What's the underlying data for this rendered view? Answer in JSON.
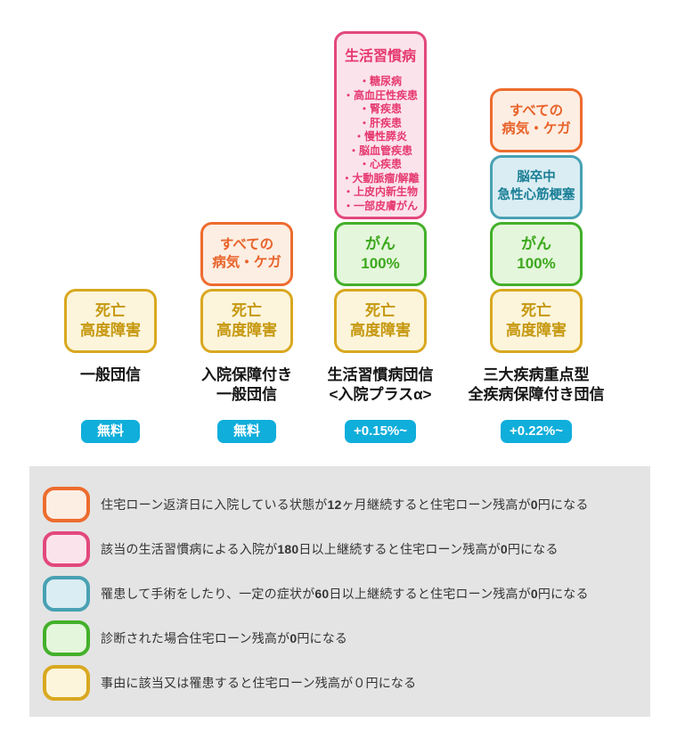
{
  "colors": {
    "all_illness": {
      "border": "#ED6C2E",
      "fill": "#FCEEE3",
      "text": "#E8632B"
    },
    "lifestyle": {
      "border": "#E2487D",
      "fill": "#FBE3EC",
      "text": "#E63A70"
    },
    "stroke": {
      "border": "#48A1B3",
      "fill": "#DAEDF3",
      "text": "#1A7F96"
    },
    "cancer": {
      "border": "#43B02A",
      "fill": "#E4F6DB",
      "text": "#3CA81D"
    },
    "death": {
      "border": "#D9A820",
      "fill": "#FCF5DB",
      "text": "#C6980F"
    },
    "badge_bg": "#10AEDB",
    "badge_text": "#FFFFFF",
    "legend_bg": "#E4E4E4"
  },
  "chart": {
    "columns": [
      {
        "label_lines": [
          "一般団信"
        ],
        "badge": "無料",
        "boxes": [
          {
            "type": "death",
            "lines": [
              "死亡",
              "高度障害"
            ]
          }
        ]
      },
      {
        "label_lines": [
          "入院保障付き",
          "一般団信"
        ],
        "badge": "無料",
        "boxes": [
          {
            "type": "all_illness",
            "lines": [
              "すべての",
              "病気・ケガ"
            ]
          },
          {
            "type": "death",
            "lines": [
              "死亡",
              "高度障害"
            ]
          }
        ]
      },
      {
        "label_lines": [
          "生活習慣病団信",
          "<入院プラスα>"
        ],
        "badge": "+0.15%~",
        "boxes": [
          {
            "type": "lifestyle",
            "title": "生活習慣病",
            "bullets": [
              "・糖尿病",
              "・高血圧性疾患",
              "・腎疾患",
              "・肝疾患",
              "・慢性膵炎",
              "・脳血管疾患",
              "・心疾患",
              "・大動脈瘤/解離",
              "・上皮内新生物",
              "・一部皮膚がん"
            ]
          },
          {
            "type": "cancer",
            "lines": [
              "がん",
              "100%"
            ]
          },
          {
            "type": "death",
            "lines": [
              "死亡",
              "高度障害"
            ]
          }
        ]
      },
      {
        "label_lines": [
          "三大疾病重点型",
          "全疾病保障付き団信"
        ],
        "badge": "+0.22%~",
        "boxes": [
          {
            "type": "all_illness",
            "lines": [
              "すべての",
              "病気・ケガ"
            ]
          },
          {
            "type": "stroke",
            "lines": [
              "脳卒中",
              "急性心筋梗塞"
            ]
          },
          {
            "type": "cancer",
            "lines": [
              "がん",
              "100%"
            ]
          },
          {
            "type": "death",
            "lines": [
              "死亡",
              "高度障害"
            ]
          }
        ]
      }
    ]
  },
  "legend": {
    "items": [
      {
        "type": "all_illness",
        "text": "住宅ローン返済日に入院している状態が**12**ヶ月継続すると住宅ローン残高が**0**円になる"
      },
      {
        "type": "lifestyle",
        "text": "該当の生活習慣病による入院が**180**日以上継続すると住宅ローン残高が**0**円になる"
      },
      {
        "type": "stroke",
        "text": "罹患して手術をしたり、一定の症状が**60**日以上継続すると住宅ローン残高が**0**円になる"
      },
      {
        "type": "cancer",
        "text": "診断された場合住宅ローン残高が**0**円になる"
      },
      {
        "type": "death",
        "text": "事由に該当又は罹患すると住宅ローン残高が０円になる"
      }
    ]
  }
}
